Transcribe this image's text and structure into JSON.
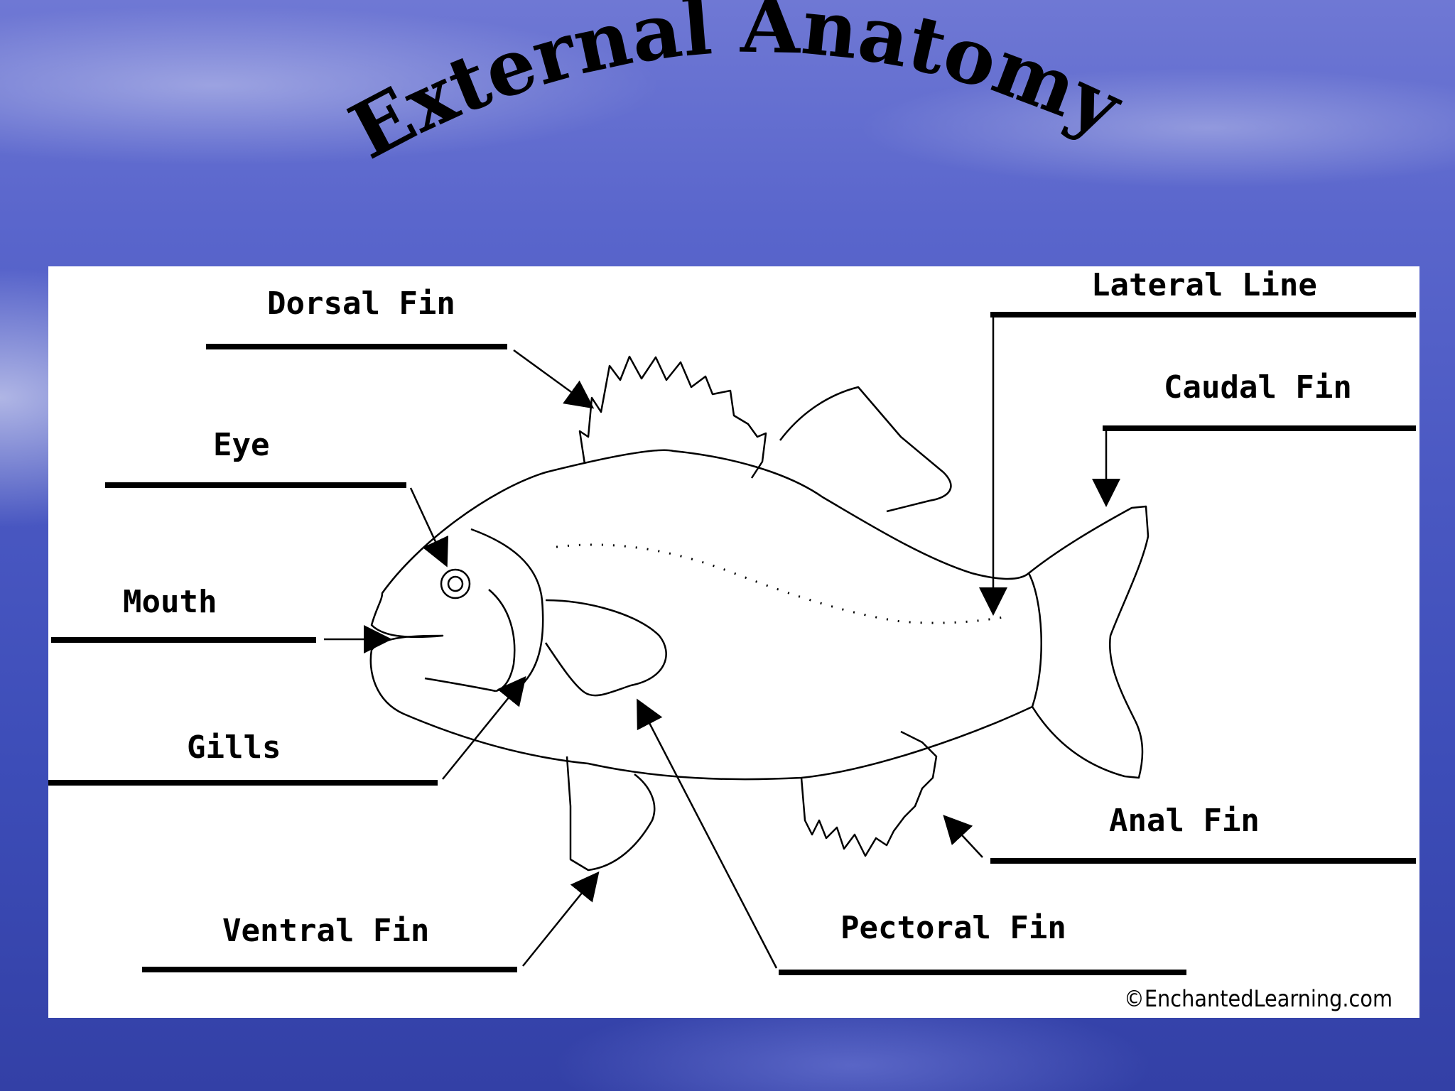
{
  "title": "External Anatomy",
  "labels": {
    "dorsal_fin": "Dorsal Fin",
    "eye": "Eye",
    "mouth": "Mouth",
    "gills": "Gills",
    "ventral_fin": "Ventral Fin",
    "pectoral_fin": "Pectoral Fin",
    "lateral_line": "Lateral Line",
    "caudal_fin": "Caudal Fin",
    "anal_fin": "Anal Fin"
  },
  "credit": "©EnchantedLearning.com",
  "colors": {
    "background_top": "#6f78d4",
    "background_bottom": "#3340a6",
    "panel": "#ffffff",
    "ink": "#000000"
  }
}
